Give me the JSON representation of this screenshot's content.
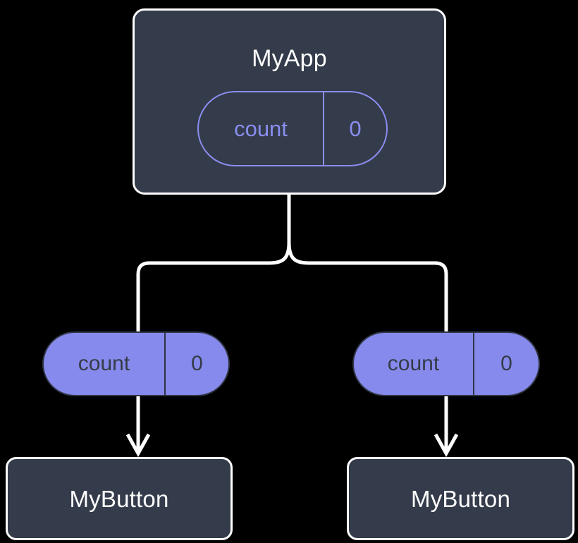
{
  "diagram": {
    "title_text": "MyApp",
    "background_color": "#000000",
    "node_fill": "#343b4a",
    "node_border": "#fdfdfd",
    "accent_color": "#868aec",
    "outline_accent_color": "#8a8ef0",
    "edge_color": "#ffffff",
    "root": {
      "label": "MyApp",
      "state": {
        "key": "count",
        "value": "0"
      }
    },
    "branches": [
      {
        "state": {
          "key": "count",
          "value": "0"
        },
        "child": {
          "label": "MyButton"
        }
      },
      {
        "state": {
          "key": "count",
          "value": "0"
        },
        "child": {
          "label": "MyButton"
        }
      }
    ]
  }
}
